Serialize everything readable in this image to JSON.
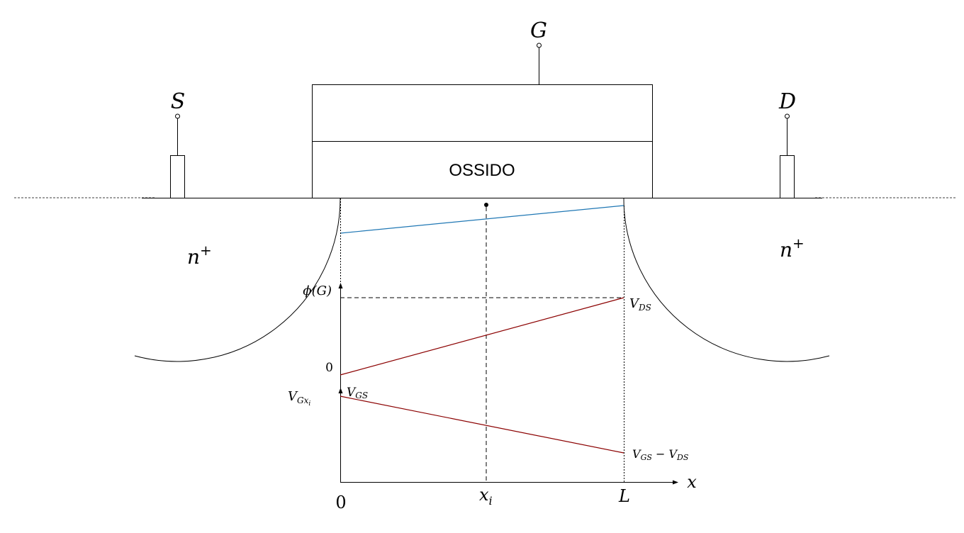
{
  "terminals": {
    "gate": "G",
    "source": "S",
    "drain": "D"
  },
  "oxide_label": "OSSIDO",
  "regions": {
    "left": {
      "base": "n",
      "sup": "+"
    },
    "right": {
      "base": "n",
      "sup": "+"
    }
  },
  "graph": {
    "y_label": "ϕ(G)",
    "zero_y": "0",
    "v_gxi": {
      "base": "V",
      "sub": "Gx",
      "subsub": "i"
    },
    "v_gs": {
      "base": "V",
      "sub": "GS"
    },
    "v_ds": {
      "base": "V",
      "sub": "DS"
    },
    "v_gs_minus_vds": {
      "base1": "V",
      "sub1": "GS",
      "op": " − ",
      "base2": "V",
      "sub2": "DS"
    },
    "x_label": "x",
    "x_ticks": {
      "origin": "0",
      "xi_base": "x",
      "xi_sub": "i",
      "end": "L"
    }
  },
  "colors": {
    "potential": "#1f77b4",
    "voltage": "#8b0000",
    "line": "#000000"
  }
}
